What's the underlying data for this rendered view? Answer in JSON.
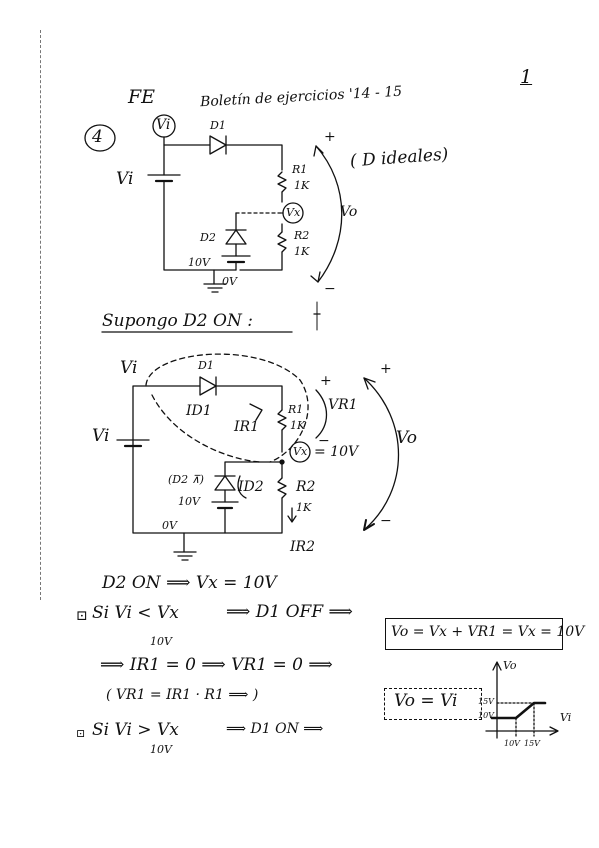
{
  "header": {
    "fe": "FE",
    "title": "Boletín de ejercicios '14 - 15",
    "page_number": "1"
  },
  "problem": {
    "number": "4",
    "note": "( D ideales)"
  },
  "circuit1": {
    "vi_node": "Vi",
    "vi_source": "Vi",
    "d1": "D1",
    "r1": "R1",
    "r1_val": "1K",
    "vx": "Vx",
    "d2": "D2",
    "r2": "R2",
    "r2_val": "1K",
    "src10": "10V",
    "gnd": "0V",
    "vo": "Vo",
    "plus": "+",
    "minus": "−"
  },
  "suppose": {
    "heading": "Supongo D2 ON :"
  },
  "circuit2": {
    "vi_node": "Vi",
    "vi_source": "Vi",
    "d1": "D1",
    "id1": "ID1",
    "ir1": "IR1",
    "r1": "R1",
    "r1_val": "1K",
    "vr1": "VR1",
    "vx_eq": "= 10V",
    "vx": "Vx",
    "d2_note": "(D2 ⊼)",
    "id2": "ID2",
    "src10": "10V",
    "r2": "R2",
    "r2_val": "1K",
    "ir2": "IR2",
    "gnd": "0V",
    "vo": "Vo",
    "plus": "+",
    "minus": "−"
  },
  "analysis": {
    "l1": "D2  ON  ⟹  Vx = 10V",
    "l2_bullet": "⊡",
    "l2a": "Si   Vi < Vx",
    "l2b": "⟹  D1  OFF  ⟹",
    "l2_under": "10V",
    "l3a": "⟹  IR1 = 0  ⟹  VR1 = 0  ⟹",
    "l3_box": "Vo = Vx + VR1 = Vx = 10V",
    "l4": "( VR1 = IR1 · R1 ⟹ )",
    "l5_bullet": "⊡",
    "l5a": "Si   Vi > Vx",
    "l5b": "⟹  D1  ON  ⟹",
    "l5_under": "10V",
    "l5_box": "Vo = Vi"
  },
  "mini_graph": {
    "y_axis": "Vo",
    "x_axis": "Vi",
    "y_tick1": "15V",
    "y_tick2": "10V",
    "x_tick1": "10V",
    "x_tick2": "15V"
  }
}
